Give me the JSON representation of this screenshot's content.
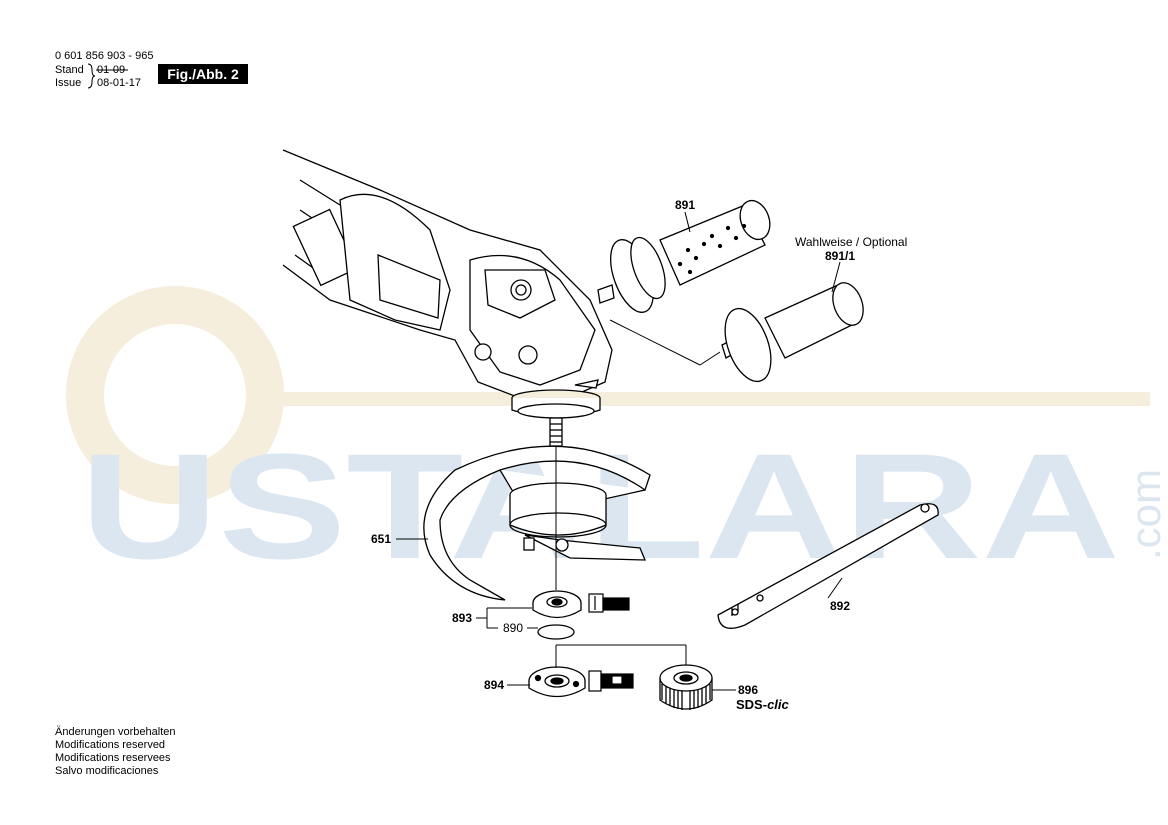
{
  "header": {
    "part_number": "0 601 856 903 - 965",
    "stand_label": "Stand",
    "issue_label": "Issue",
    "stand_old_date": "01-09",
    "issue_date": "08-01-17",
    "figure": "Fig./Abb. 2"
  },
  "notes": [
    "Änderungen vorbehalten",
    "Modifications reserved",
    "Modifications reservees",
    "Salvo modificaciones"
  ],
  "optional_note": "Wahlweise / Optional",
  "parts": {
    "p891": "891",
    "p891_1": "891/1",
    "p651": "651",
    "p893": "893",
    "p890": "890",
    "p894": "894",
    "p896": "896",
    "p892": "892"
  },
  "sds": {
    "prefix": "SDS-",
    "suffix": "clic"
  },
  "watermark": {
    "text": "USTALARA",
    "suffix": ".com"
  },
  "colors": {
    "watermark_blue": "#dbe6f1",
    "watermark_gold": "#f6eedc",
    "line": "#000000",
    "figure_bg": "#000000"
  }
}
